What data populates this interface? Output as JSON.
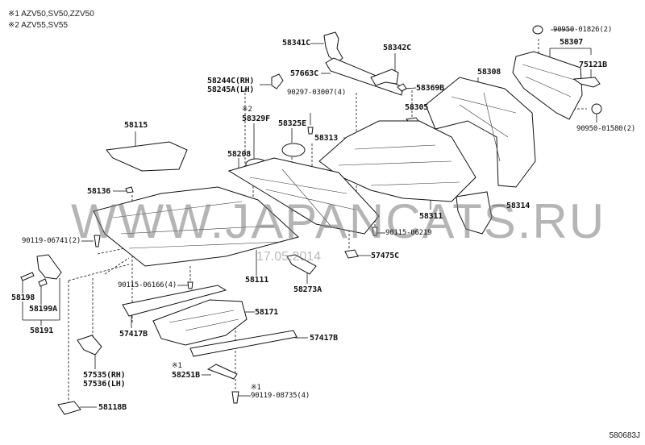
{
  "notes": [
    {
      "mark": "※1",
      "text": "AZV50,SV50,ZZV50"
    },
    {
      "mark": "※2",
      "text": "AZV55,SV55"
    }
  ],
  "watermark": {
    "text": "WWW.JAPANCATS.RU",
    "date": "17.05.2014"
  },
  "diagram_code": "580683J",
  "parts": {
    "p58341C": "58341C",
    "p58342C": "58342C",
    "p57663C": "57663C",
    "p58369B": "58369B",
    "p58244C": "58244C(RH)",
    "p58245A": "58245A(LH)",
    "p90297": "90297-03007(4)",
    "p58329F_note": "※2",
    "p58329F": "58329F",
    "p58325E": "58325E",
    "p58305": "58305",
    "p58313": "58313",
    "p58308": "58308",
    "p58307": "58307",
    "p75121B": "75121B",
    "p90950_01826": "90950-01826(2)",
    "p90950_01580": "90950-01580(2)",
    "p58115": "58115",
    "p58208": "58208",
    "p58136": "58136",
    "p58314": "58314",
    "p58311": "58311",
    "p90115_06219": "90115-06219",
    "p90119_06741": "90119-06741(2)",
    "p57475C": "57475C",
    "p58111": "58111",
    "p58273A": "58273A",
    "p90115_06166": "90115-06166(4)",
    "p58198": "58198",
    "p58199A": "58199A",
    "p58191": "58191",
    "p58171": "58171",
    "p57417B_left": "57417B",
    "p57417B_right": "57417B",
    "p57535": "57535(RH)",
    "p57536": "57536(LH)",
    "p58251B_note": "※1",
    "p58251B": "58251B",
    "p90119_08735_note": "※1",
    "p90119_08735": "90119-08735(4)",
    "p58118B": "58118B"
  }
}
